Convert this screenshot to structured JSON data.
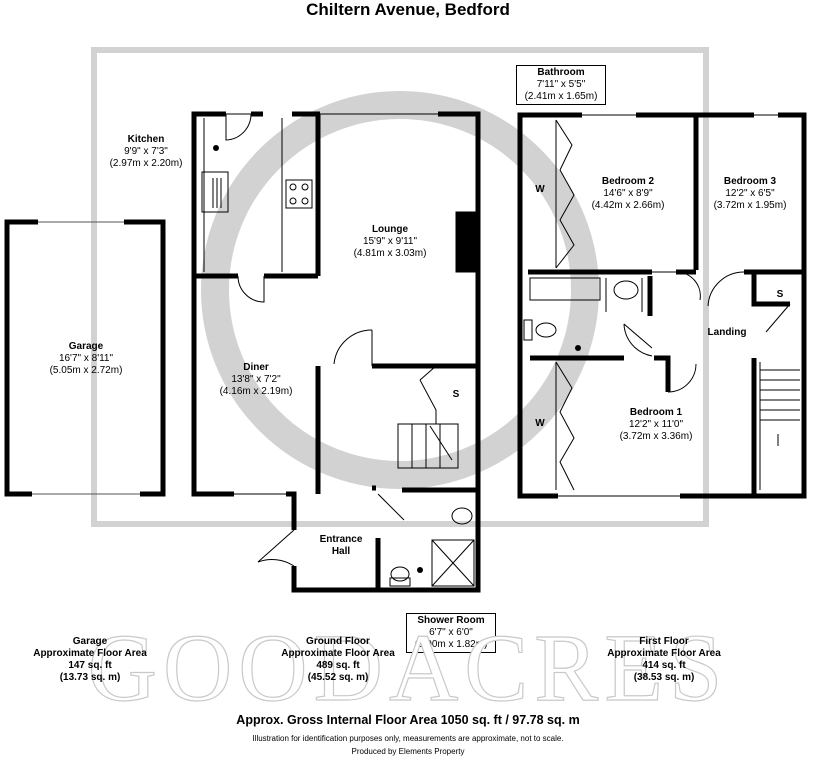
{
  "title": "Chiltern Avenue, Bedford",
  "watermark": "GOODACRES",
  "rooms": {
    "kitchen": {
      "name": "Kitchen",
      "imperial": "9'9\" x 7'3\"",
      "metric": "(2.97m x 2.20m)"
    },
    "lounge": {
      "name": "Lounge",
      "imperial": "15'9\" x 9'11\"",
      "metric": "(4.81m x 3.03m)"
    },
    "diner": {
      "name": "Diner",
      "imperial": "13'8\" x 7'2\"",
      "metric": "(4.16m x 2.19m)"
    },
    "garage": {
      "name": "Garage",
      "imperial": "16'7\" x 8'11\"",
      "metric": "(5.05m x 2.72m)"
    },
    "entrance_hall": {
      "line1": "Entrance",
      "line2": "Hall"
    },
    "shower_room": {
      "name": "Shower Room",
      "imperial": "6'7\" x 6'0\"",
      "metric": "(2.00m x 1.82m)"
    },
    "bathroom": {
      "name": "Bathroom",
      "imperial": "7'11\" x 5'5\"",
      "metric": "(2.41m x 1.65m)"
    },
    "bedroom2": {
      "name": "Bedroom 2",
      "imperial": "14'6\" x 8'9\"",
      "metric": "(4.42m x 2.66m)"
    },
    "bedroom3": {
      "name": "Bedroom 3",
      "imperial": "12'2\" x 6'5\"",
      "metric": "(3.72m x 1.95m)"
    },
    "bedroom1": {
      "name": "Bedroom 1",
      "imperial": "12'2\" x 11'0\"",
      "metric": "(3.72m x 3.36m)"
    },
    "landing": {
      "name": "Landing"
    }
  },
  "markers": {
    "storage": "S",
    "wardrobe": "W"
  },
  "areas": {
    "garage": {
      "l1": "Garage",
      "l2": "Approximate Floor Area",
      "l3": "147 sq. ft",
      "l4": "(13.73 sq. m)"
    },
    "ground": {
      "l1": "Ground Floor",
      "l2": "Approximate Floor Area",
      "l3": "489 sq. ft",
      "l4": "(45.52 sq. m)"
    },
    "first": {
      "l1": "First Floor",
      "l2": "Approximate Floor Area",
      "l3": "414 sq. ft",
      "l4": "(38.53 sq. m)"
    }
  },
  "footer": {
    "gross": "Approx. Gross Internal Floor Area 1050 sq. ft / 97.78 sq. m",
    "disclaimer": "Illustration for identification purposes only, measurements are approximate, not to scale.",
    "producer": "Produced by Elements Property"
  }
}
